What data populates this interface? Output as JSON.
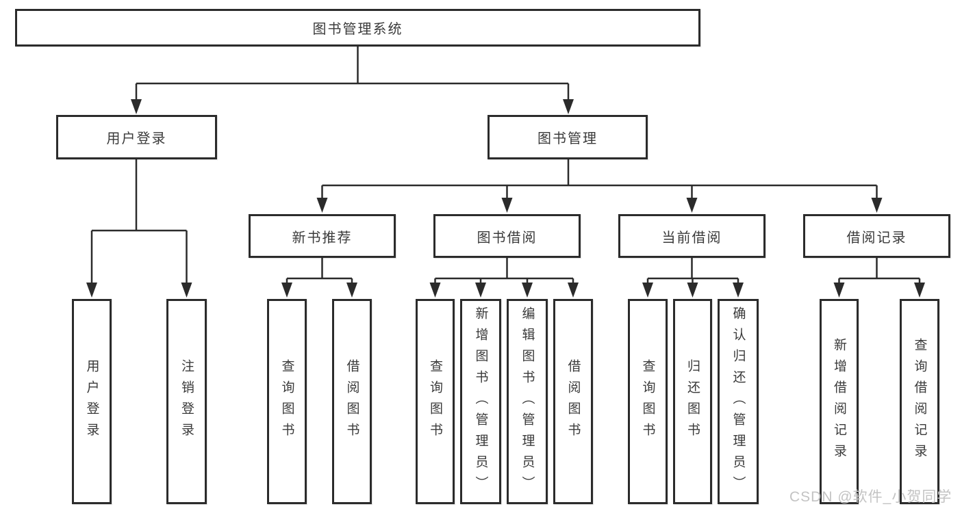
{
  "tree": {
    "label": "图书管理系统",
    "children": [
      {
        "label": "用户登录",
        "children": [
          {
            "label": "用户登录"
          },
          {
            "label": "注销登录"
          }
        ]
      },
      {
        "label": "图书管理",
        "children": [
          {
            "label": "新书推荐",
            "children": [
              {
                "label": "查询图书"
              },
              {
                "label": "借阅图书"
              }
            ]
          },
          {
            "label": "图书借阅",
            "children": [
              {
                "label": "查询图书"
              },
              {
                "label": "新增图书（管理员）"
              },
              {
                "label": "编辑图书（管理员）"
              },
              {
                "label": "借阅图书"
              }
            ]
          },
          {
            "label": "当前借阅",
            "children": [
              {
                "label": "查询图书"
              },
              {
                "label": "归还图书"
              },
              {
                "label": "确认归还（管理员）"
              }
            ]
          },
          {
            "label": "借阅记录",
            "children": [
              {
                "label": "新增借阅记录"
              },
              {
                "label": "查询借阅记录"
              }
            ]
          }
        ]
      }
    ]
  },
  "watermark": "CSDN @软件_小贺同学",
  "colors": {
    "line": "#2b2b2b",
    "text": "#3a3a3a",
    "watermark": "#c3c3c3",
    "background": "#ffffff"
  }
}
